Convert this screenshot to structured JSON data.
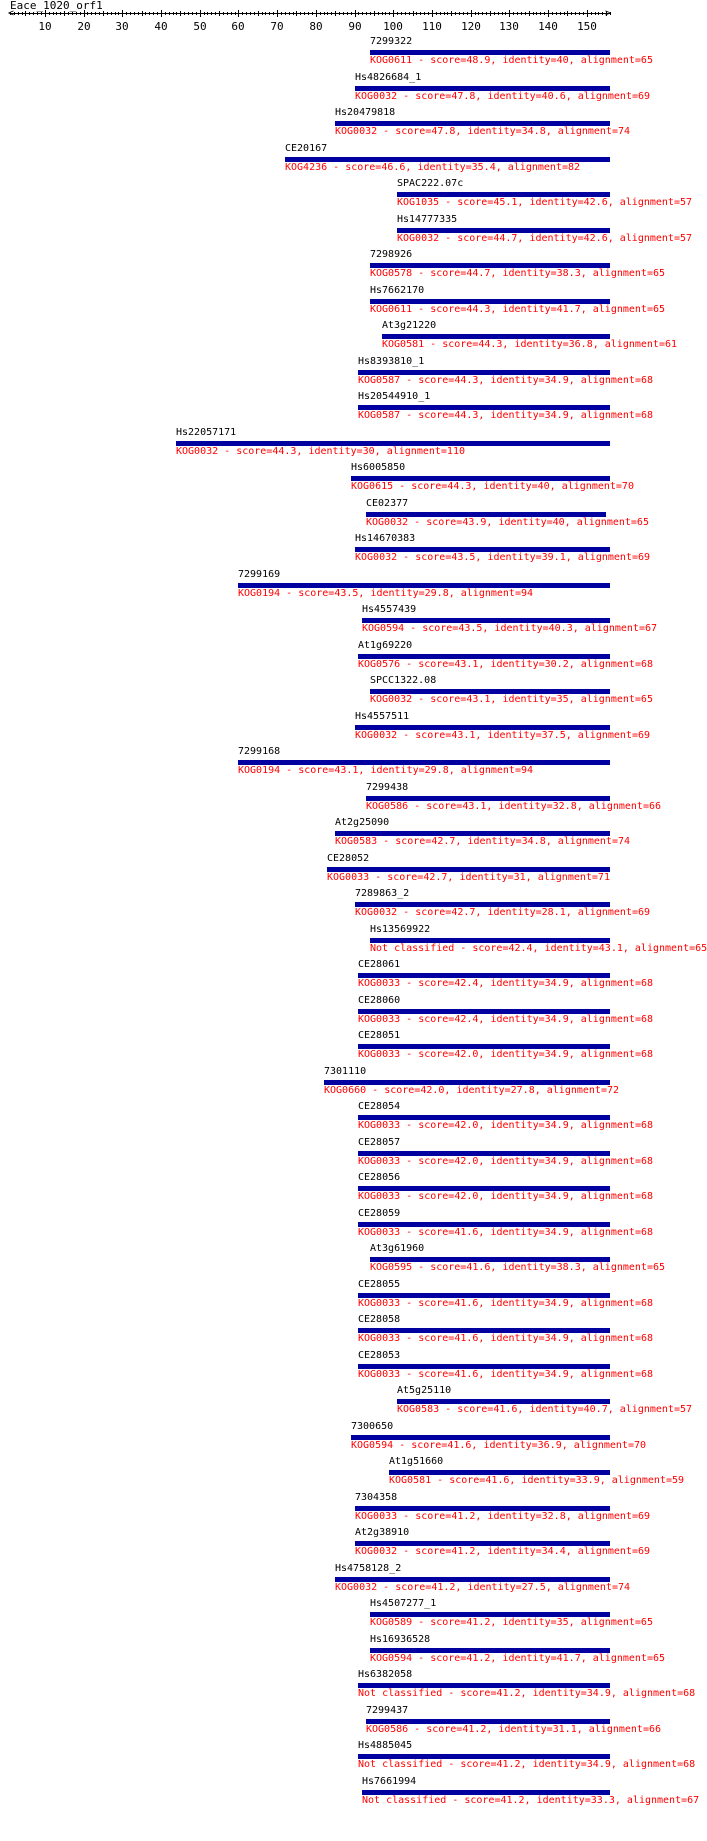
{
  "query": {
    "name": "Eace_1020_orf1"
  },
  "ruler": {
    "min": 1,
    "max": 156,
    "ticks": [
      10,
      20,
      30,
      40,
      50,
      60,
      70,
      80,
      90,
      100,
      110,
      120,
      130,
      140,
      150
    ]
  },
  "colors": {
    "bar": "#0000a0",
    "desc": "#ff0000",
    "text": "#000000"
  },
  "chart_data": {
    "type": "alignment-tracks",
    "hits": [
      {
        "name": "7299322",
        "start": 94,
        "end": 156,
        "desc": "KOG0611 - score=48.9, identity=40, alignment=65"
      },
      {
        "name": "Hs4826684_1",
        "start": 90,
        "end": 156,
        "desc": "KOG0032 - score=47.8, identity=40.6, alignment=69"
      },
      {
        "name": "Hs20479818",
        "start": 85,
        "end": 156,
        "desc": "KOG0032 - score=47.8, identity=34.8, alignment=74"
      },
      {
        "name": "CE20167",
        "start": 72,
        "end": 156,
        "desc": "KOG4236 - score=46.6, identity=35.4, alignment=82"
      },
      {
        "name": "SPAC222.07c",
        "start": 101,
        "end": 156,
        "desc": "KOG1035 - score=45.1, identity=42.6, alignment=57"
      },
      {
        "name": "Hs14777335",
        "start": 101,
        "end": 156,
        "desc": "KOG0032 - score=44.7, identity=42.6, alignment=57"
      },
      {
        "name": "7298926",
        "start": 94,
        "end": 156,
        "desc": "KOG0578 - score=44.7, identity=38.3, alignment=65"
      },
      {
        "name": "Hs7662170",
        "start": 94,
        "end": 156,
        "desc": "KOG0611 - score=44.3, identity=41.7, alignment=65"
      },
      {
        "name": "At3g21220",
        "start": 97,
        "end": 156,
        "desc": "KOG0581 - score=44.3, identity=36.8, alignment=61"
      },
      {
        "name": "Hs8393810_1",
        "start": 91,
        "end": 156,
        "desc": "KOG0587 - score=44.3, identity=34.9, alignment=68"
      },
      {
        "name": "Hs20544910_1",
        "start": 91,
        "end": 156,
        "desc": "KOG0587 - score=44.3, identity=34.9, alignment=68"
      },
      {
        "name": "Hs22057171",
        "start": 44,
        "end": 156,
        "desc": "KOG0032 - score=44.3, identity=30, alignment=110"
      },
      {
        "name": "Hs6005850",
        "start": 89,
        "end": 156,
        "desc": "KOG0615 - score=44.3, identity=40, alignment=70"
      },
      {
        "name": "CE02377",
        "start": 93,
        "end": 155,
        "desc": "KOG0032 - score=43.9, identity=40, alignment=65"
      },
      {
        "name": "Hs14670383",
        "start": 90,
        "end": 156,
        "desc": "KOG0032 - score=43.5, identity=39.1, alignment=69"
      },
      {
        "name": "7299169",
        "start": 60,
        "end": 156,
        "desc": "KOG0194 - score=43.5, identity=29.8, alignment=94"
      },
      {
        "name": "Hs4557439",
        "start": 92,
        "end": 156,
        "desc": "KOG0594 - score=43.5, identity=40.3, alignment=67"
      },
      {
        "name": "At1g69220",
        "start": 91,
        "end": 156,
        "desc": "KOG0576 - score=43.1, identity=30.2, alignment=68"
      },
      {
        "name": "SPCC1322.08",
        "start": 94,
        "end": 156,
        "desc": "KOG0032 - score=43.1, identity=35, alignment=65"
      },
      {
        "name": "Hs4557511",
        "start": 90,
        "end": 156,
        "desc": "KOG0032 - score=43.1, identity=37.5, alignment=69"
      },
      {
        "name": "7299168",
        "start": 60,
        "end": 156,
        "desc": "KOG0194 - score=43.1, identity=29.8, alignment=94"
      },
      {
        "name": "7299438",
        "start": 93,
        "end": 156,
        "desc": "KOG0586 - score=43.1, identity=32.8, alignment=66"
      },
      {
        "name": "At2g25090",
        "start": 85,
        "end": 156,
        "desc": "KOG0583 - score=42.7, identity=34.8, alignment=74"
      },
      {
        "name": "CE28052",
        "start": 83,
        "end": 156,
        "desc": "KOG0033 - score=42.7, identity=31, alignment=71"
      },
      {
        "name": "7289863_2",
        "start": 90,
        "end": 156,
        "desc": "KOG0032 - score=42.7, identity=28.1, alignment=69"
      },
      {
        "name": "Hs13569922",
        "start": 94,
        "end": 156,
        "desc": "Not classified - score=42.4, identity=43.1, alignment=65"
      },
      {
        "name": "CE28061",
        "start": 91,
        "end": 156,
        "desc": "KOG0033 - score=42.4, identity=34.9, alignment=68"
      },
      {
        "name": "CE28060",
        "start": 91,
        "end": 156,
        "desc": "KOG0033 - score=42.4, identity=34.9, alignment=68"
      },
      {
        "name": "CE28051",
        "start": 91,
        "end": 156,
        "desc": "KOG0033 - score=42.0, identity=34.9, alignment=68"
      },
      {
        "name": "7301110",
        "start": 82,
        "end": 156,
        "desc": "KOG0660 - score=42.0, identity=27.8, alignment=72"
      },
      {
        "name": "CE28054",
        "start": 91,
        "end": 156,
        "desc": "KOG0033 - score=42.0, identity=34.9, alignment=68"
      },
      {
        "name": "CE28057",
        "start": 91,
        "end": 156,
        "desc": "KOG0033 - score=42.0, identity=34.9, alignment=68"
      },
      {
        "name": "CE28056",
        "start": 91,
        "end": 156,
        "desc": "KOG0033 - score=42.0, identity=34.9, alignment=68"
      },
      {
        "name": "CE28059",
        "start": 91,
        "end": 156,
        "desc": "KOG0033 - score=41.6, identity=34.9, alignment=68"
      },
      {
        "name": "At3g61960",
        "start": 94,
        "end": 156,
        "desc": "KOG0595 - score=41.6, identity=38.3, alignment=65"
      },
      {
        "name": "CE28055",
        "start": 91,
        "end": 156,
        "desc": "KOG0033 - score=41.6, identity=34.9, alignment=68"
      },
      {
        "name": "CE28058",
        "start": 91,
        "end": 156,
        "desc": "KOG0033 - score=41.6, identity=34.9, alignment=68"
      },
      {
        "name": "CE28053",
        "start": 91,
        "end": 156,
        "desc": "KOG0033 - score=41.6, identity=34.9, alignment=68"
      },
      {
        "name": "At5g25110",
        "start": 101,
        "end": 156,
        "desc": "KOG0583 - score=41.6, identity=40.7, alignment=57"
      },
      {
        "name": "7300650",
        "start": 89,
        "end": 156,
        "desc": "KOG0594 - score=41.6, identity=36.9, alignment=70"
      },
      {
        "name": "At1g51660",
        "start": 99,
        "end": 156,
        "desc": "KOG0581 - score=41.6, identity=33.9, alignment=59"
      },
      {
        "name": "7304358",
        "start": 90,
        "end": 156,
        "desc": "KOG0033 - score=41.2, identity=32.8, alignment=69"
      },
      {
        "name": "At2g38910",
        "start": 90,
        "end": 156,
        "desc": "KOG0032 - score=41.2, identity=34.4, alignment=69"
      },
      {
        "name": "Hs4758128_2",
        "start": 85,
        "end": 156,
        "desc": "KOG0032 - score=41.2, identity=27.5, alignment=74"
      },
      {
        "name": "Hs4507277_1",
        "start": 94,
        "end": 156,
        "desc": "KOG0589 - score=41.2, identity=35, alignment=65"
      },
      {
        "name": "Hs16936528",
        "start": 94,
        "end": 156,
        "desc": "KOG0594 - score=41.2, identity=41.7, alignment=65"
      },
      {
        "name": "Hs6382058",
        "start": 91,
        "end": 156,
        "desc": "Not classified - score=41.2, identity=34.9, alignment=68"
      },
      {
        "name": "7299437",
        "start": 93,
        "end": 156,
        "desc": "KOG0586 - score=41.2, identity=31.1, alignment=66"
      },
      {
        "name": "Hs4885045",
        "start": 91,
        "end": 156,
        "desc": "Not classified - score=41.2, identity=34.9, alignment=68"
      },
      {
        "name": "Hs7661994",
        "start": 92,
        "end": 156,
        "desc": "Not classified - score=41.2, identity=33.3, alignment=67"
      }
    ]
  }
}
